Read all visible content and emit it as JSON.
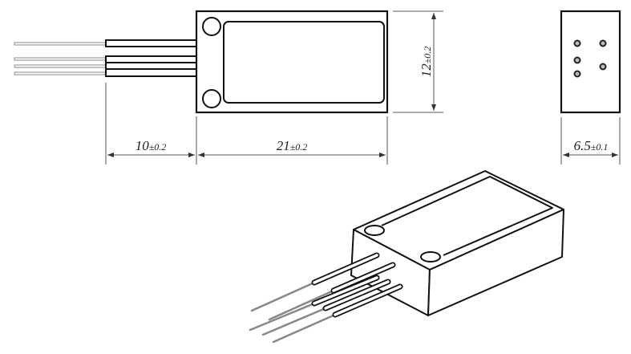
{
  "drawing": {
    "type": "mechanical drawing",
    "views": [
      "top-view",
      "end-view",
      "isometric-view"
    ],
    "line_color": "#111111",
    "dimension_color": "#555555"
  },
  "dimensions": {
    "fiber_length": {
      "value": "10",
      "tolerance": "±0.2"
    },
    "body_length": {
      "value": "21",
      "tolerance": "±0.2"
    },
    "body_height": {
      "value": "12",
      "tolerance": "±0.2"
    },
    "body_width": {
      "value": "6.5",
      "tolerance": "±0.1"
    }
  },
  "top_view": {
    "fiber_count": 4,
    "mounting_holes": 2
  },
  "end_view": {
    "pin_count": 5
  }
}
